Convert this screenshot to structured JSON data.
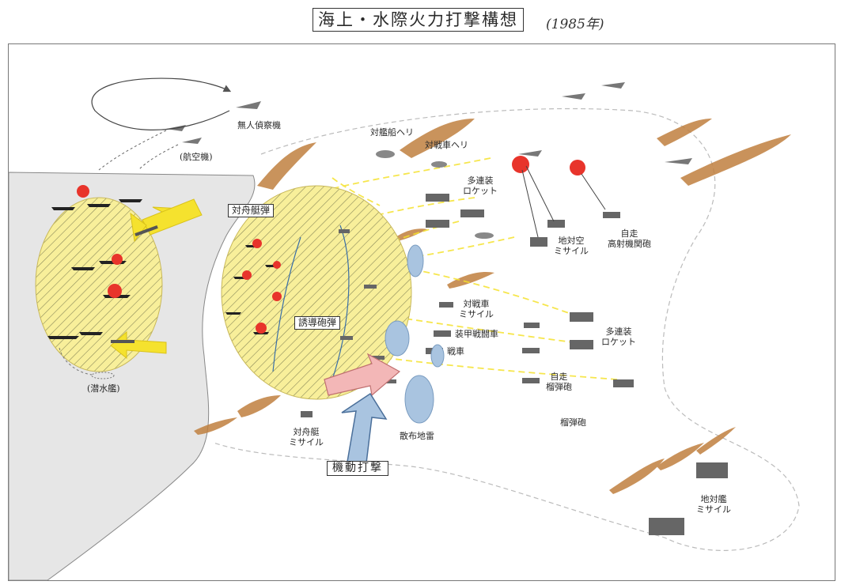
{
  "title": "海上・水際火力打撃構想",
  "year": "(1985年)",
  "labels": {
    "uav": "無人偵察機",
    "aircraft": "(航空機)",
    "anti_ship_heli": "対艦船ヘリ",
    "anti_tank_heli": "対戦車ヘリ",
    "mlrs_top": "多連装\nロケット",
    "sam": "地対空\nミサイル",
    "spaag": "自走\n高射機関砲",
    "anti_ship_bomb": "対舟艇弾",
    "guided_shell": "誘導砲弾",
    "atgm": "対戦車\nミサイル",
    "ifv": "装甲戦闘車",
    "tank": "戦車",
    "mlrs_right": "多連装\nロケット",
    "sp_howitzer": "自走\n榴弾砲",
    "howitzer": "榴弾砲",
    "scatter_mines": "散布地雷",
    "anti_boat_missile": "対舟艇\nミサイル",
    "maneuver_strike": "機動打撃",
    "submarine": "(潜水艦)",
    "ssm": "地対艦\nミサイル"
  },
  "colors": {
    "sea": "#e6e6e6",
    "strike_zone": "#f8ef9a",
    "yellow_arrow": "#f5e22e",
    "blue": "#a9c4e0",
    "hills": "#c0803f",
    "explosion": "#e8342b",
    "pink_arrow": "#f3b7b7"
  }
}
